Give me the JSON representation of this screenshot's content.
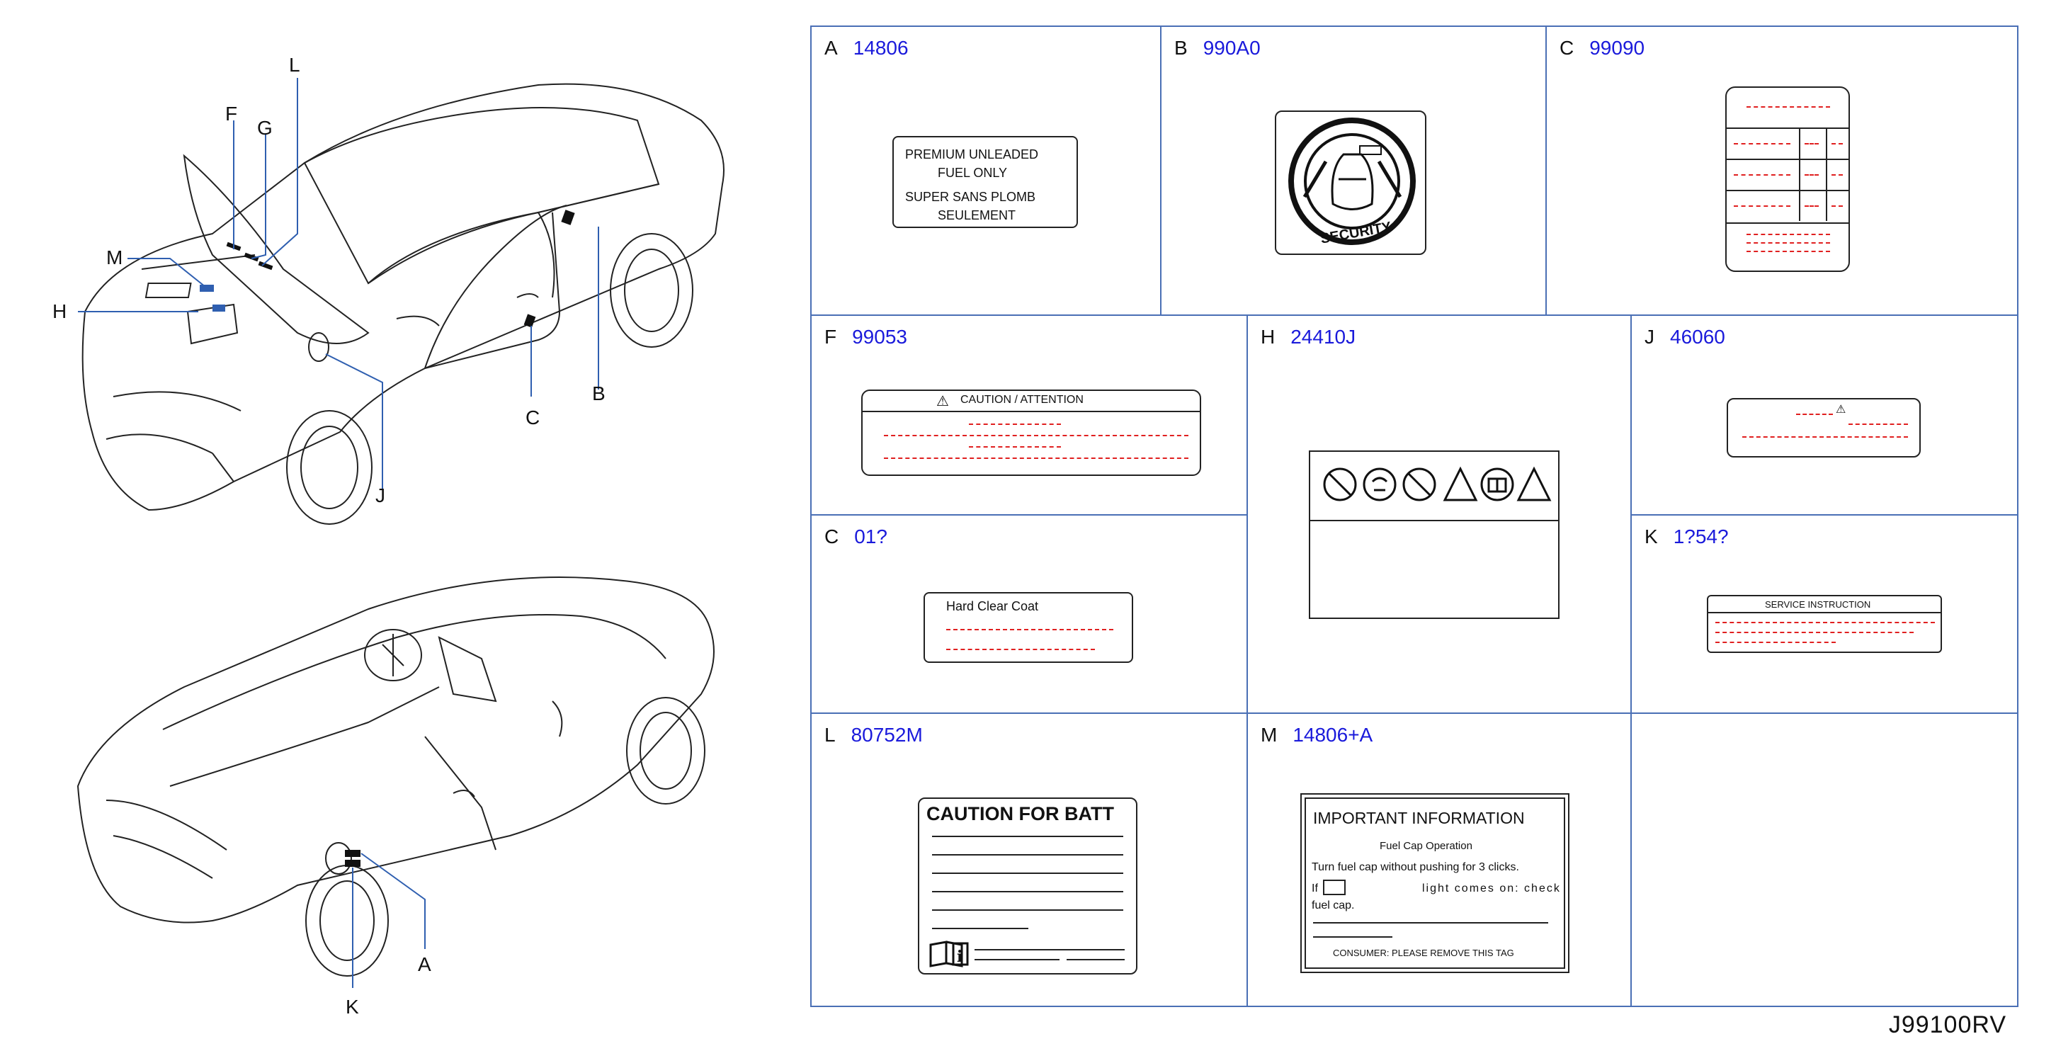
{
  "diagram_code": "J99100RV",
  "callouts": [
    "A",
    "B",
    "C",
    "F",
    "G",
    "H",
    "J",
    "K",
    "L",
    "M"
  ],
  "cells": {
    "A": {
      "letter": "A",
      "part": "14806",
      "lines": [
        "PREMIUM    UNLEADED",
        "FUEL    ONLY",
        "SUPER    SANS    PLOMB",
        "SEULEMENT"
      ]
    },
    "B": {
      "letter": "B",
      "part": "990A0",
      "text": "SECURITY"
    },
    "C": {
      "letter": "C",
      "part": "99090"
    },
    "F": {
      "letter": "F",
      "part": "99053",
      "header": "CAUTION    /    ATTENTION"
    },
    "H": {
      "letter": "H",
      "part": "24410J"
    },
    "J": {
      "letter": "J",
      "part": "46060"
    },
    "Cc": {
      "letter": "C",
      "part": "01?",
      "text": "Hard    Clear    Coat"
    },
    "K": {
      "letter": "K",
      "part": "1?54?",
      "header": "SERVICE    INSTRUCTION"
    },
    "L": {
      "letter": "L",
      "part": "80752M",
      "title": "CAUTION FOR BATT"
    },
    "M": {
      "letter": "M",
      "part": "14806+A",
      "title": "IMPORTANT    INFORMATION",
      "sub": "Fuel    Cap    Operation",
      "line1": "Turn    fuel    cap    without    pushing    for    3    clicks.",
      "line2a": "If",
      "line2b": "light    comes    on:    check    and    retighten",
      "line3": "fuel    cap.",
      "footer": "CONSUMER:    PLEASE    REMOVE    THIS    TAG"
    }
  },
  "colors": {
    "grid": "#4a6fb5",
    "part_number": "#1a1adb",
    "placeholder_text": "#e02020",
    "leader": "#2f5fb0"
  }
}
